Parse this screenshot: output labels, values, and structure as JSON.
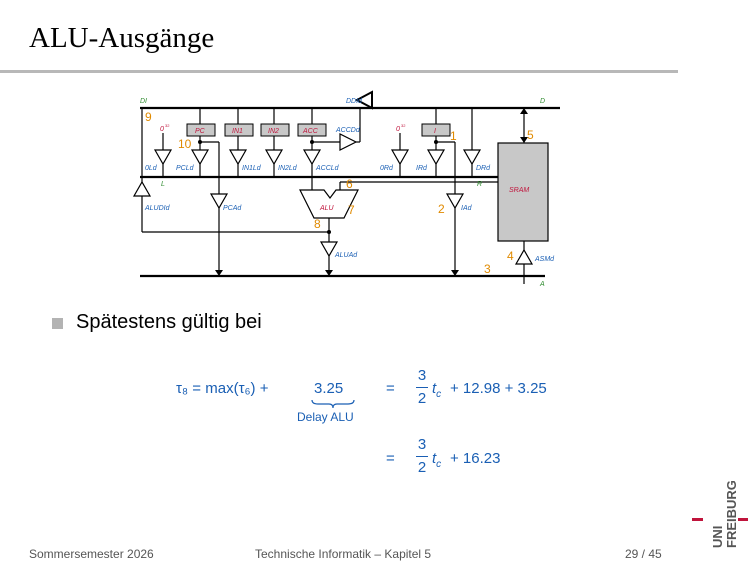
{
  "slide": {
    "title": "ALU-Ausgänge",
    "bullet": "Spätestens gültig bei"
  },
  "diagram": {
    "bus_labels": {
      "DI": "DI",
      "D": "D",
      "DDId": "DDId",
      "L": "L",
      "R": "R",
      "A": "A"
    },
    "registers": [
      "PC",
      "IN1",
      "IN2",
      "ACC",
      "I",
      "SRAM",
      "ALU"
    ],
    "signals": [
      "ACCDd",
      "0Ld",
      "PCLd",
      "IN1Ld",
      "IN2Ld",
      "ACCLd",
      "0Rd",
      "IRd",
      "DRd",
      "ALUDId",
      "PCAd",
      "IAd",
      "ALUAd",
      "ASMd"
    ],
    "constants": {
      "zero_left": "0",
      "zero_right": "0",
      "exp": "32"
    },
    "markers": [
      "9",
      "10",
      "1",
      "5",
      "6",
      "7",
      "8",
      "2",
      "4",
      "3"
    ]
  },
  "equation": {
    "line1_lhs": "τ₈ = max(τ₆) +",
    "line1_delay": "3.25",
    "line1_brace_label": "Delay ALU",
    "eq_sign": "=",
    "frac_num": "3",
    "frac_den": "2",
    "t_c": "tc",
    "line1_rhs": "+ 12.98 + 3.25",
    "line2_rhs": "+ 16.23"
  },
  "footer": {
    "left": "Sommersemester 2026",
    "center": "Technische Informatik – Kapitel 5",
    "page": "29 / 45"
  },
  "logo": {
    "line1": "UNI",
    "line2": "FREIBURG"
  },
  "colors": {
    "accent_blue": "#1a5fb4",
    "marker_orange": "#e08a00",
    "label_green": "#2e8b2e",
    "reg_red": "#c0143c",
    "reg_fill": "#c8c8c8"
  }
}
